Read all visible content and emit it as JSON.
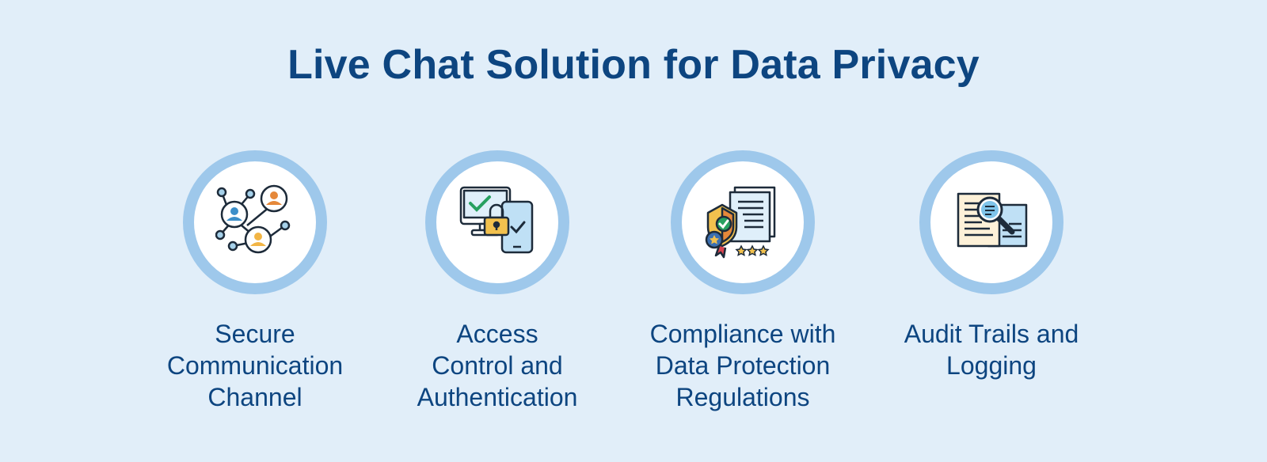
{
  "title": "Live Chat Solution for Data Privacy",
  "features": [
    {
      "label": "Secure\nCommunication\nChannel",
      "icon": "network-users-icon"
    },
    {
      "label": "Access\nControl and\nAuthentication",
      "icon": "device-lock-icon"
    },
    {
      "label": "Compliance with\nData Protection\nRegulations",
      "icon": "shield-documents-icon"
    },
    {
      "label": "Audit Trails and\nLogging",
      "icon": "document-magnifier-icon"
    }
  ],
  "colors": {
    "background": "#e1eef9",
    "title": "#0d4580",
    "ring": "#9ec8eb"
  }
}
